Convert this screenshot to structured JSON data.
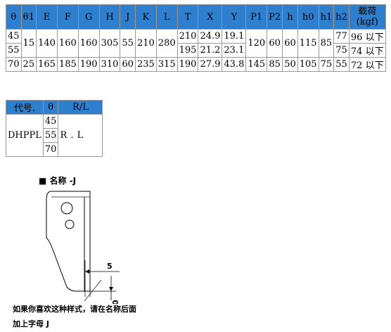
{
  "main_table": {
    "headers": [
      "θ",
      "θ1",
      "E",
      "F",
      "G",
      "H",
      "J",
      "K",
      "L",
      "T",
      "X",
      "Y",
      "P1",
      "P2",
      "h",
      "h0",
      "h1",
      "h2"
    ],
    "load_header": [
      "载荷",
      "(kgf)"
    ],
    "rows": [
      {
        "theta": "45",
        "theta1": "15",
        "E": "140",
        "F": "160",
        "G": "160",
        "H": "305",
        "J": "55",
        "K": "210",
        "L": "280",
        "T": "210",
        "X": "24.9",
        "Y": "19.1",
        "P1": "120",
        "P2": "60",
        "h": "60",
        "h0": "115",
        "h1": "85",
        "h2": "77",
        "load": "96 以下"
      },
      {
        "theta": "55",
        "T": "195",
        "X": "21.2",
        "Y": "23.1",
        "h2": "75",
        "load": "74 以下"
      },
      {
        "theta": "70",
        "theta1": "25",
        "E": "165",
        "F": "185",
        "G": "190",
        "H": "310",
        "J": "60",
        "K": "235",
        "L": "315",
        "T": "190",
        "X": "27.9",
        "Y": "43.8",
        "P1": "145",
        "P2": "85",
        "h": "50",
        "h0": "105",
        "h1": "75",
        "h2": "55",
        "load": "72 以下"
      }
    ]
  },
  "code_table": {
    "headers": [
      "代号.",
      "θ",
      "R/L"
    ],
    "code": "DHPPL",
    "thetas": [
      "45",
      "55",
      "70"
    ],
    "rl": "R . L"
  },
  "caption": "■ 名称  -J",
  "dimension_5": "5",
  "dimension_0": "0",
  "note_line1": "如果你喜欢这种样式，请在名称后面",
  "note_line2": "加上字母 J"
}
